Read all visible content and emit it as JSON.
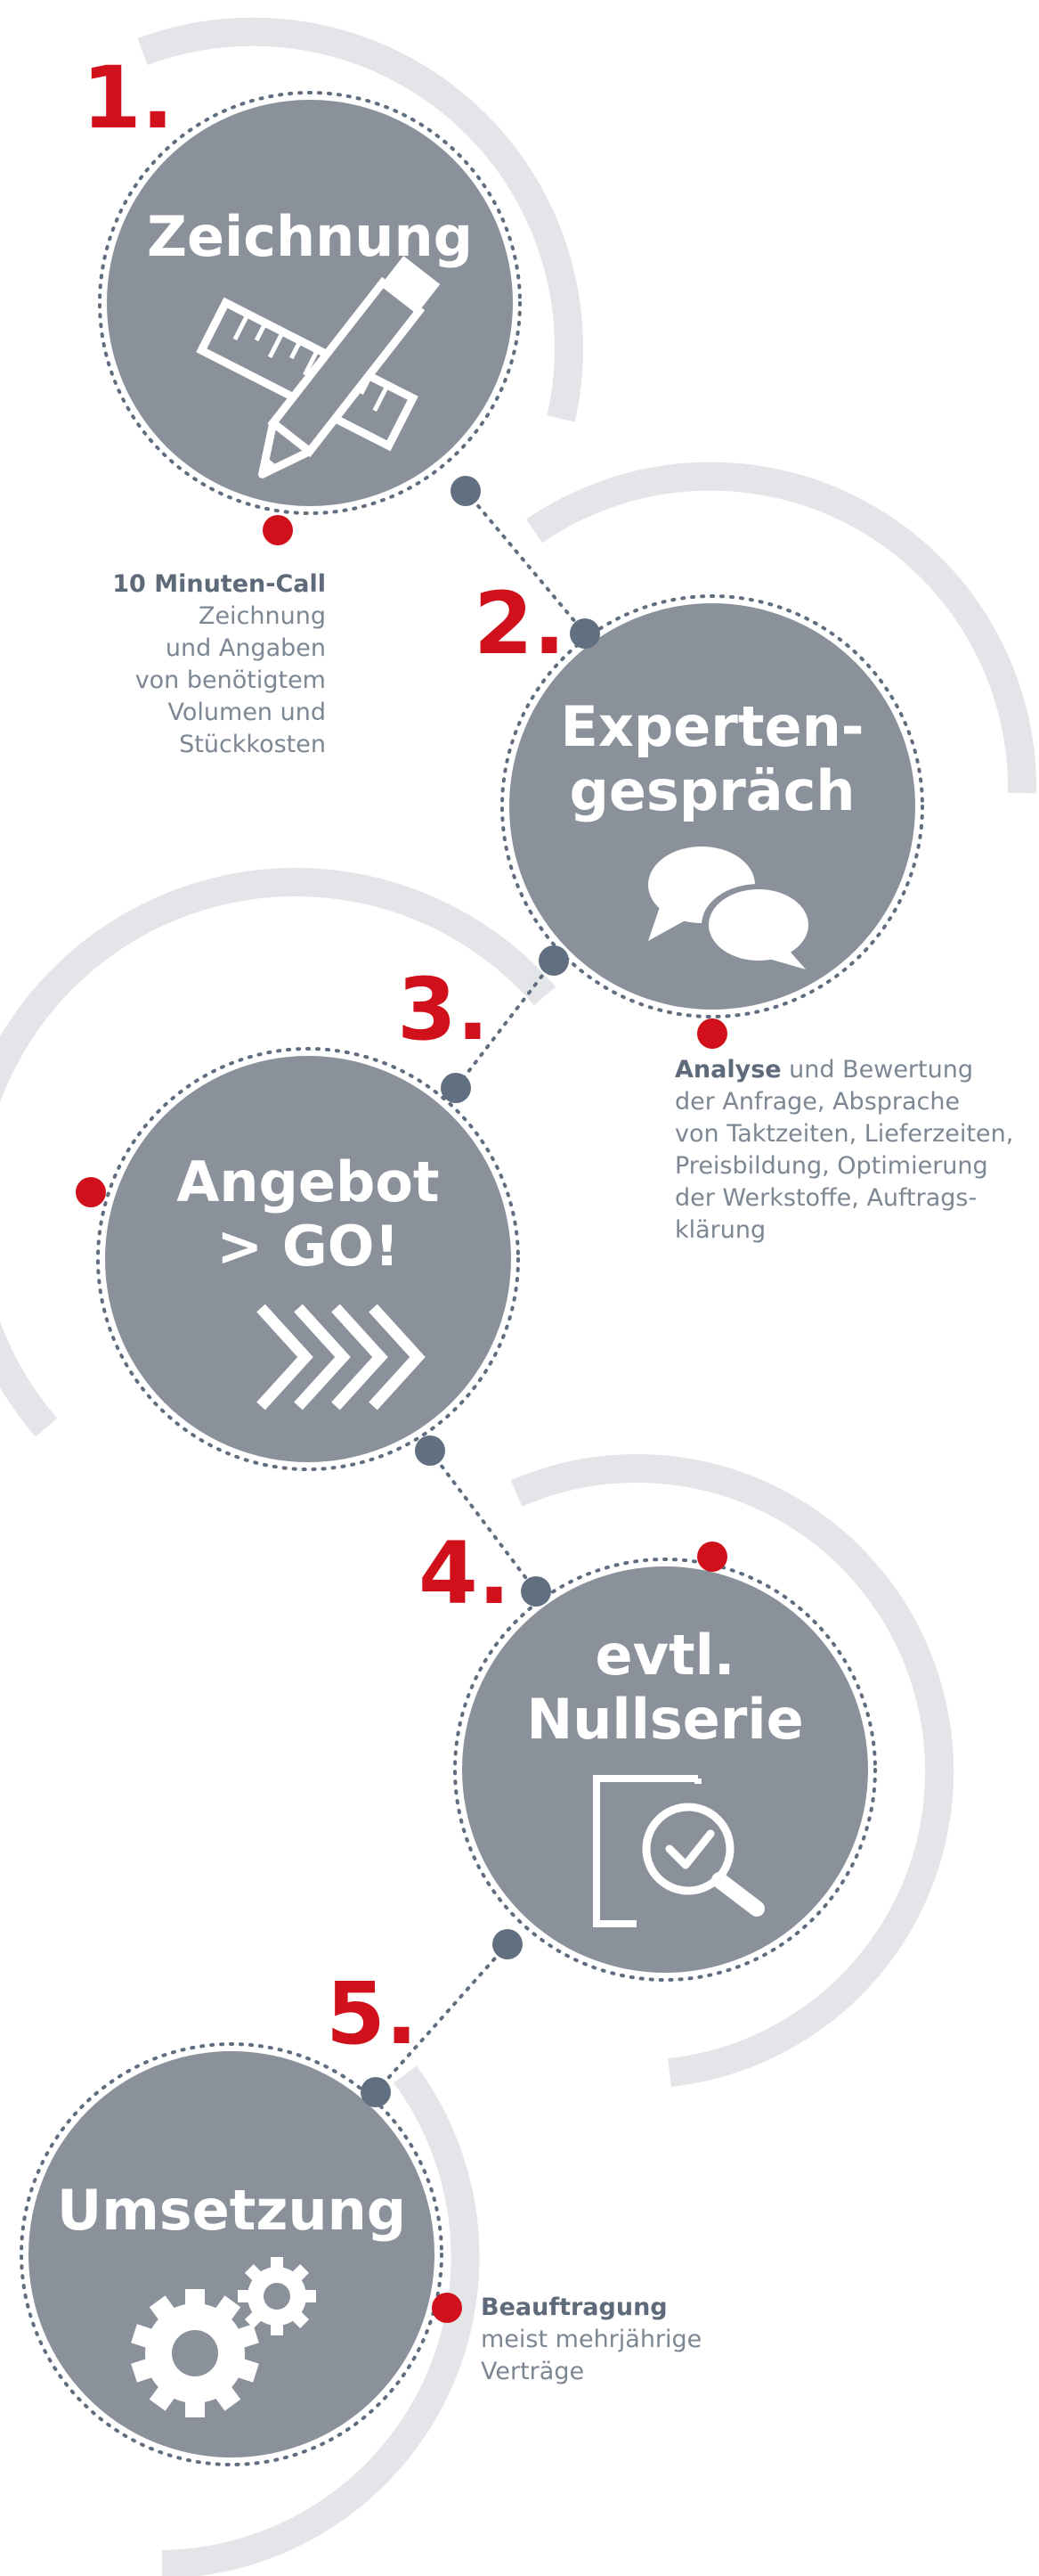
{
  "colors": {
    "accent_red": "#d0101a",
    "circle_gray": "#8a919b",
    "arc_gray": "#e3e5e9",
    "connector_dot": "#617080",
    "dotted_line": "#5f6d7e",
    "text_gray": "#7d8794",
    "text_bold": "#5e6a7a"
  },
  "steps": [
    {
      "number": "1.",
      "title": [
        "Zeichnung"
      ],
      "icon": "ruler-pencil-icon"
    },
    {
      "number": "2.",
      "title": [
        "Experten-",
        "gespräch"
      ],
      "icon": "speech-bubbles-icon"
    },
    {
      "number": "3.",
      "title": [
        "Angebot",
        "> GO!"
      ],
      "icon": "chevrons-right-icon"
    },
    {
      "number": "4.",
      "title": [
        "evtl.",
        "Nullserie"
      ],
      "icon": "document-magnifier-check-icon"
    },
    {
      "number": "5.",
      "title": [
        "Umsetzung"
      ],
      "icon": "gears-icon"
    }
  ],
  "descriptions": {
    "d1": {
      "bold": "10 Minuten-Call",
      "lines": [
        "Zeichnung",
        "und Angaben",
        "von benötigtem",
        "Volumen und",
        "Stückkosten"
      ]
    },
    "d2": {
      "bold": "Analyse",
      "first_rest": " und Bewertung",
      "lines": [
        "der Anfrage, Absprache",
        "von Taktzeiten, Lieferzeiten,",
        "Preisbildung, Optimierung",
        "der Werkstoffe, Auftrags-",
        "klärung"
      ]
    },
    "d5": {
      "bold": "Beauftragung",
      "lines": [
        "meist mehrjährige",
        "Verträge"
      ]
    }
  }
}
